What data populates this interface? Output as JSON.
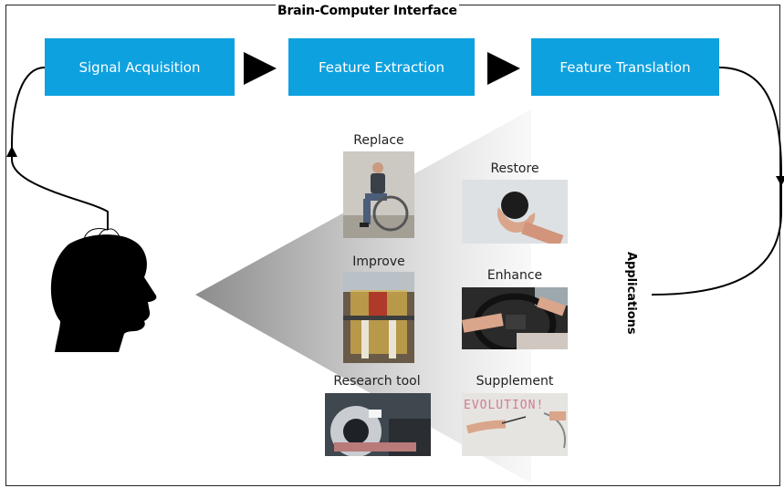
{
  "title": "Brain-Computer Interface",
  "pipeline": [
    {
      "label": "Signal Acquisition"
    },
    {
      "label": "Feature Extraction"
    },
    {
      "label": "Feature Translation"
    }
  ],
  "side_label": "Applications",
  "applications": [
    {
      "label": "Replace"
    },
    {
      "label": "Restore"
    },
    {
      "label": "Improve"
    },
    {
      "label": "Enhance"
    },
    {
      "label": "Research tool"
    },
    {
      "label": "Supplement"
    }
  ],
  "supplement_photo_text": "EVOLUTION!",
  "colors": {
    "box": "#0ea1df",
    "box_text": "#ffffff",
    "arrow": "#000000"
  }
}
